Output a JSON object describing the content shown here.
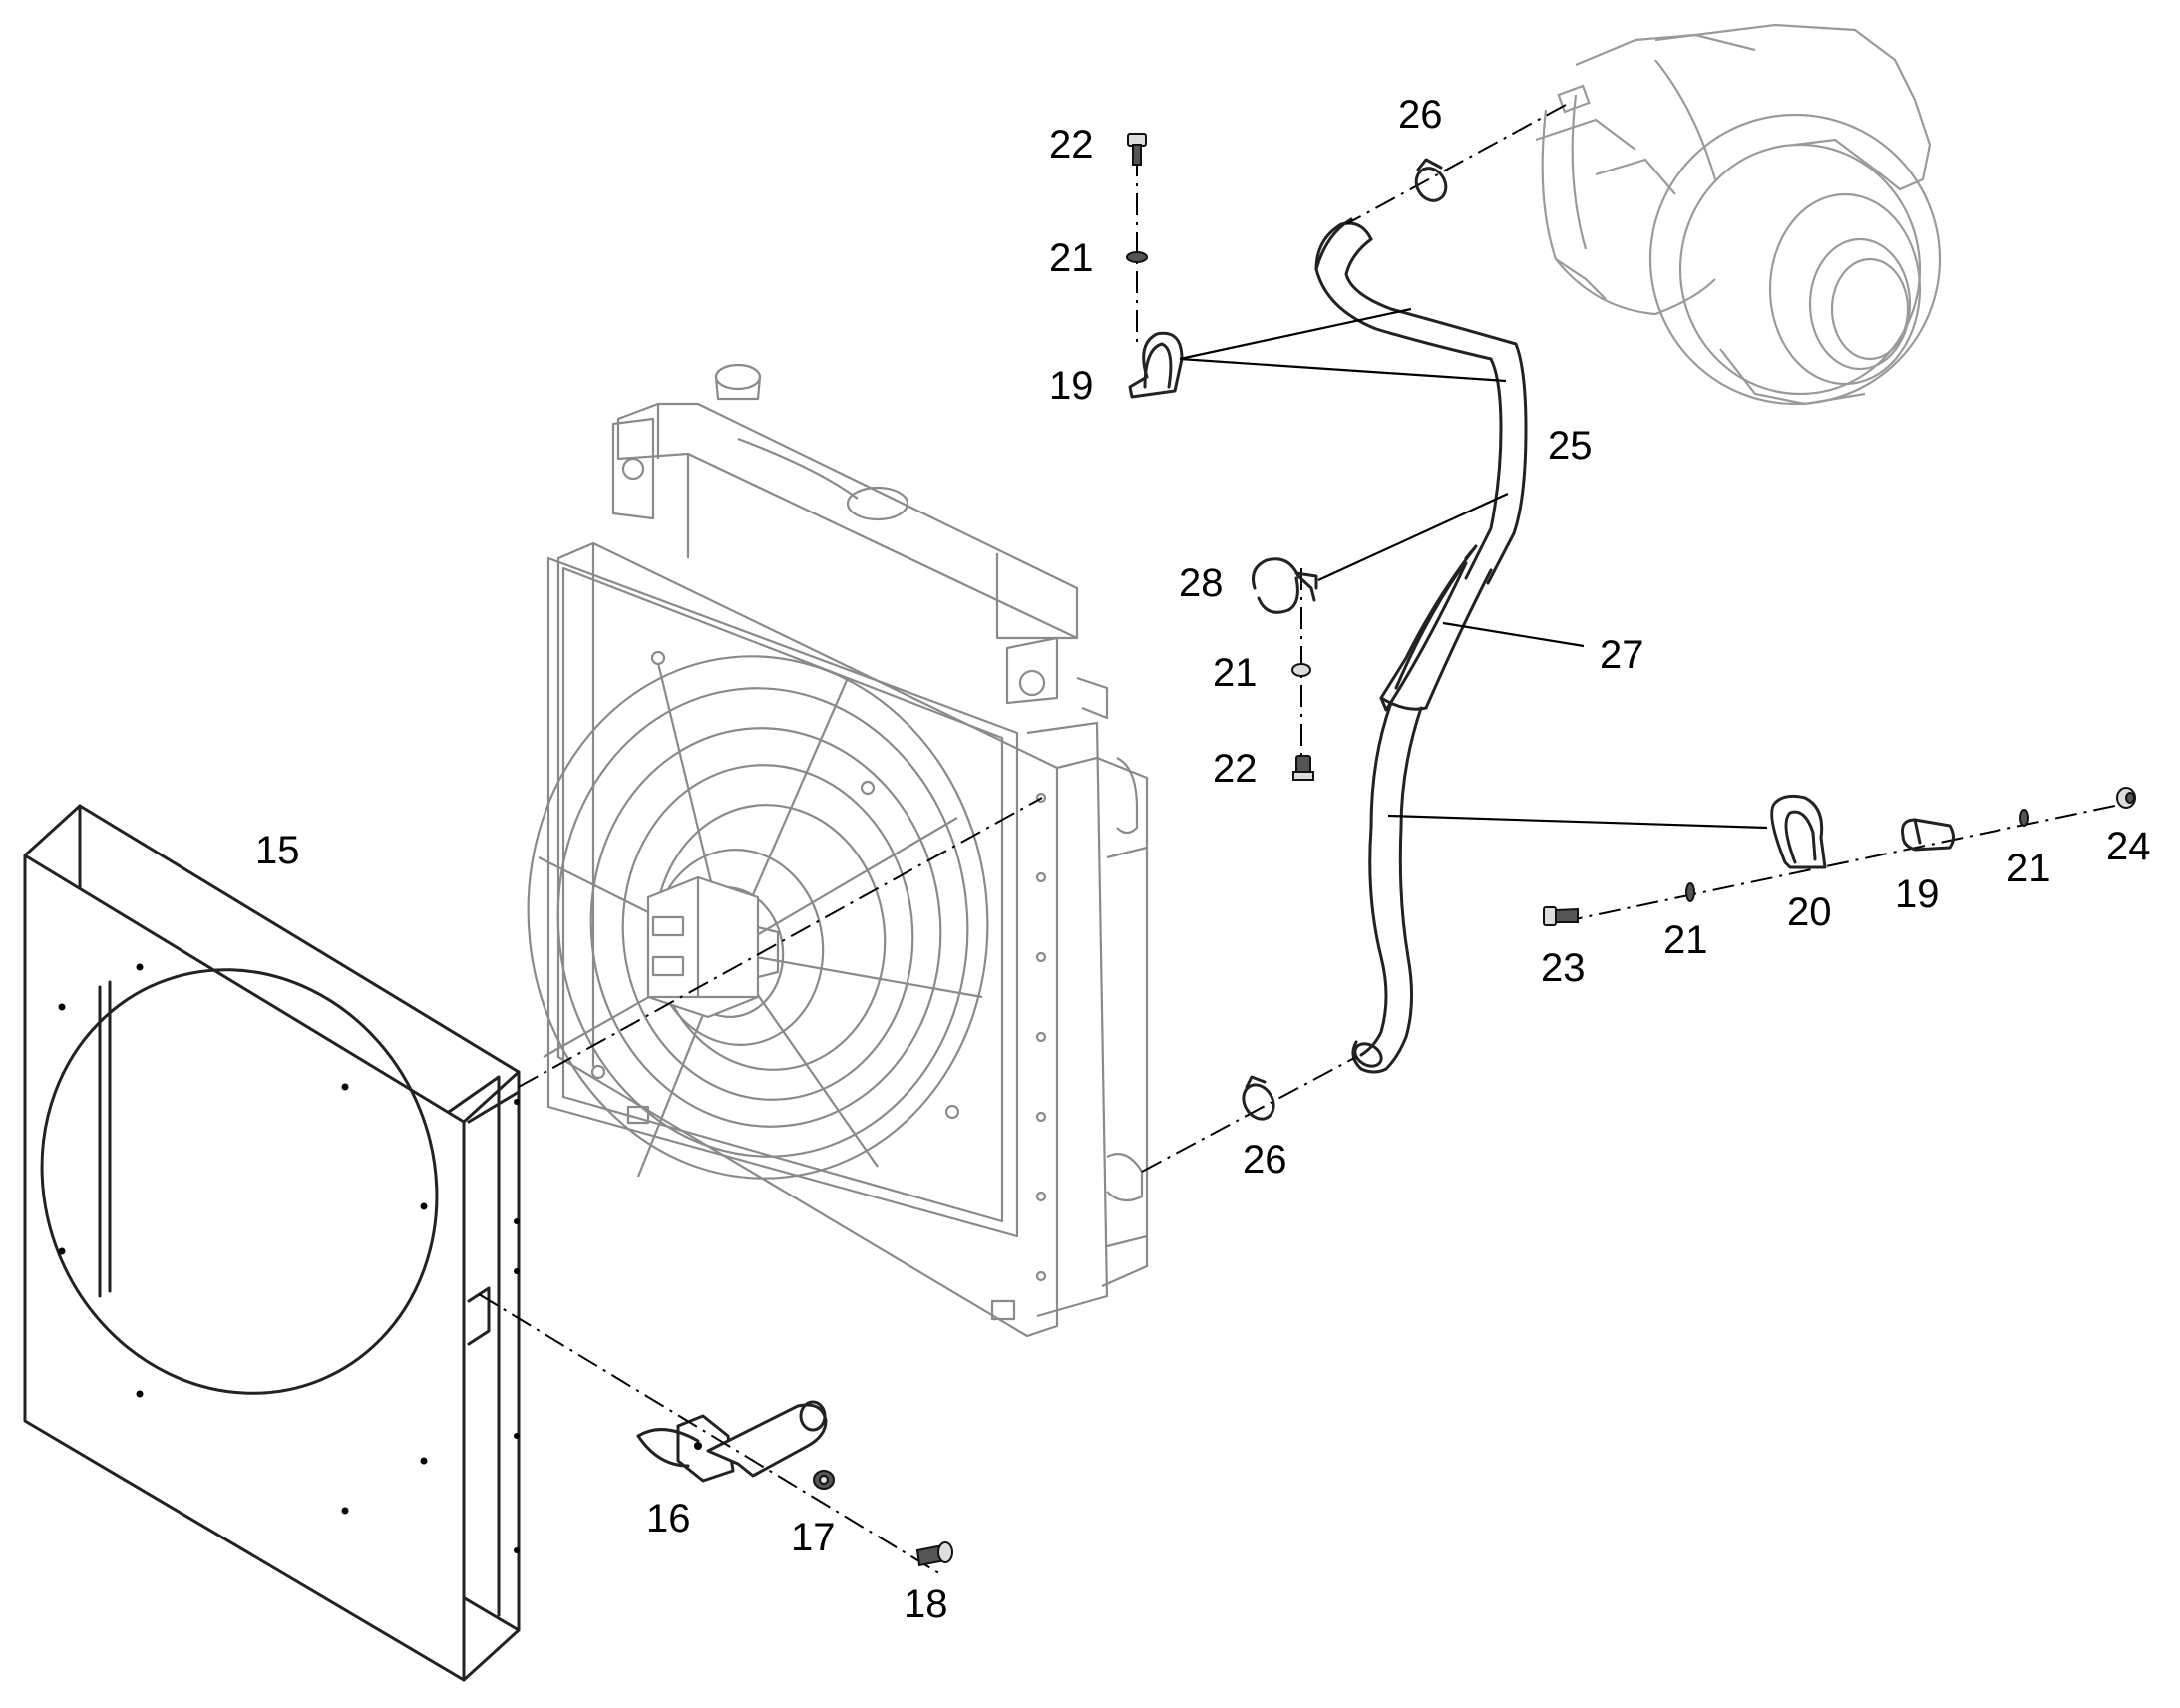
{
  "callouts": {
    "c15": "15",
    "c16": "16",
    "c17": "17",
    "c18": "18",
    "c19a": "19",
    "c19b": "19",
    "c20": "20",
    "c21a": "21",
    "c21b": "21",
    "c21c": "21",
    "c21d": "21",
    "c22a": "22",
    "c22b": "22",
    "c23": "23",
    "c24": "24",
    "c25": "25",
    "c26a": "26",
    "c26b": "26",
    "c27": "27",
    "c28": "28"
  }
}
